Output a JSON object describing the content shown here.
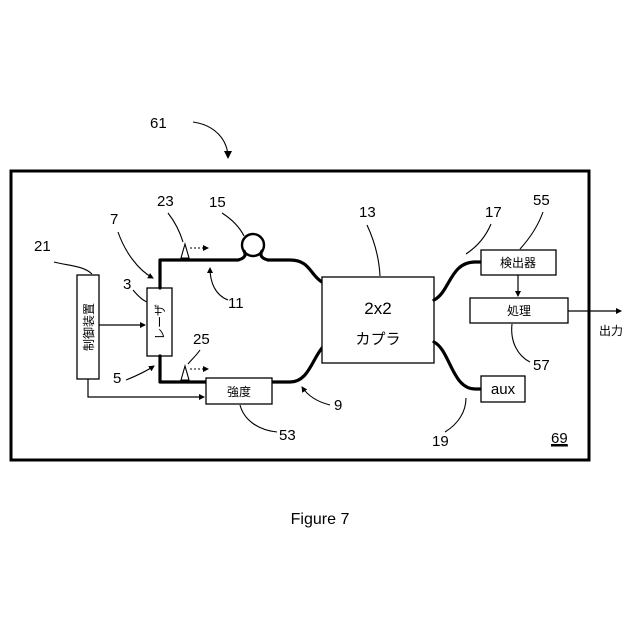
{
  "figure": {
    "caption": "Figure 7",
    "refs": {
      "r61": "61",
      "r69": "69",
      "r21": "21",
      "r7": "7",
      "r3": "3",
      "r5": "5",
      "r23": "23",
      "r15": "15",
      "r11": "11",
      "r25": "25",
      "r53": "53",
      "r9": "9",
      "r13": "13",
      "r17": "17",
      "r55": "55",
      "r57": "57",
      "r19": "19"
    },
    "labels": {
      "controller": "制御装置",
      "laser": "レーザ",
      "intensity": "強度",
      "coupler_top": "2x2",
      "coupler_bottom": "カプラ",
      "detector": "検出器",
      "processing": "処理",
      "aux": "aux",
      "output": "出力"
    }
  }
}
